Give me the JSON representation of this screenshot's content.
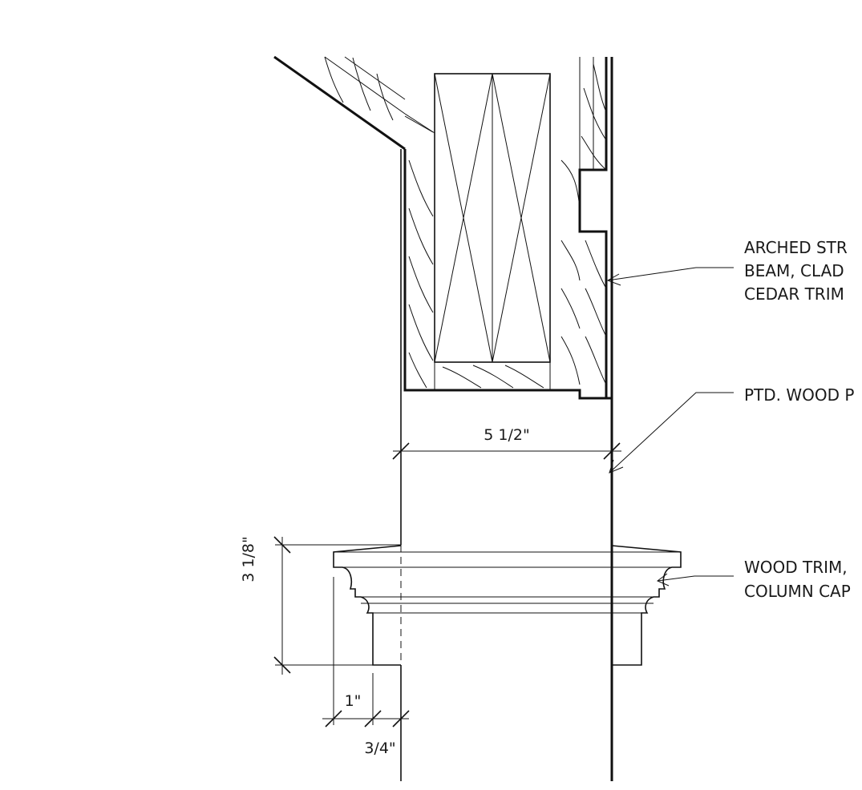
{
  "notes": {
    "beam": [
      "ARCHED STR",
      "BEAM, CLAD",
      "CEDAR TRIM"
    ],
    "post": [
      "PTD. WOOD P"
    ],
    "cap": [
      "WOOD TRIM,",
      "COLUMN CAP"
    ]
  },
  "dimensions": {
    "post_width": "5 1/2\"",
    "cap_height": "3 1/8\"",
    "cap_projection": "1\"",
    "cap_offset": "3/4\""
  }
}
